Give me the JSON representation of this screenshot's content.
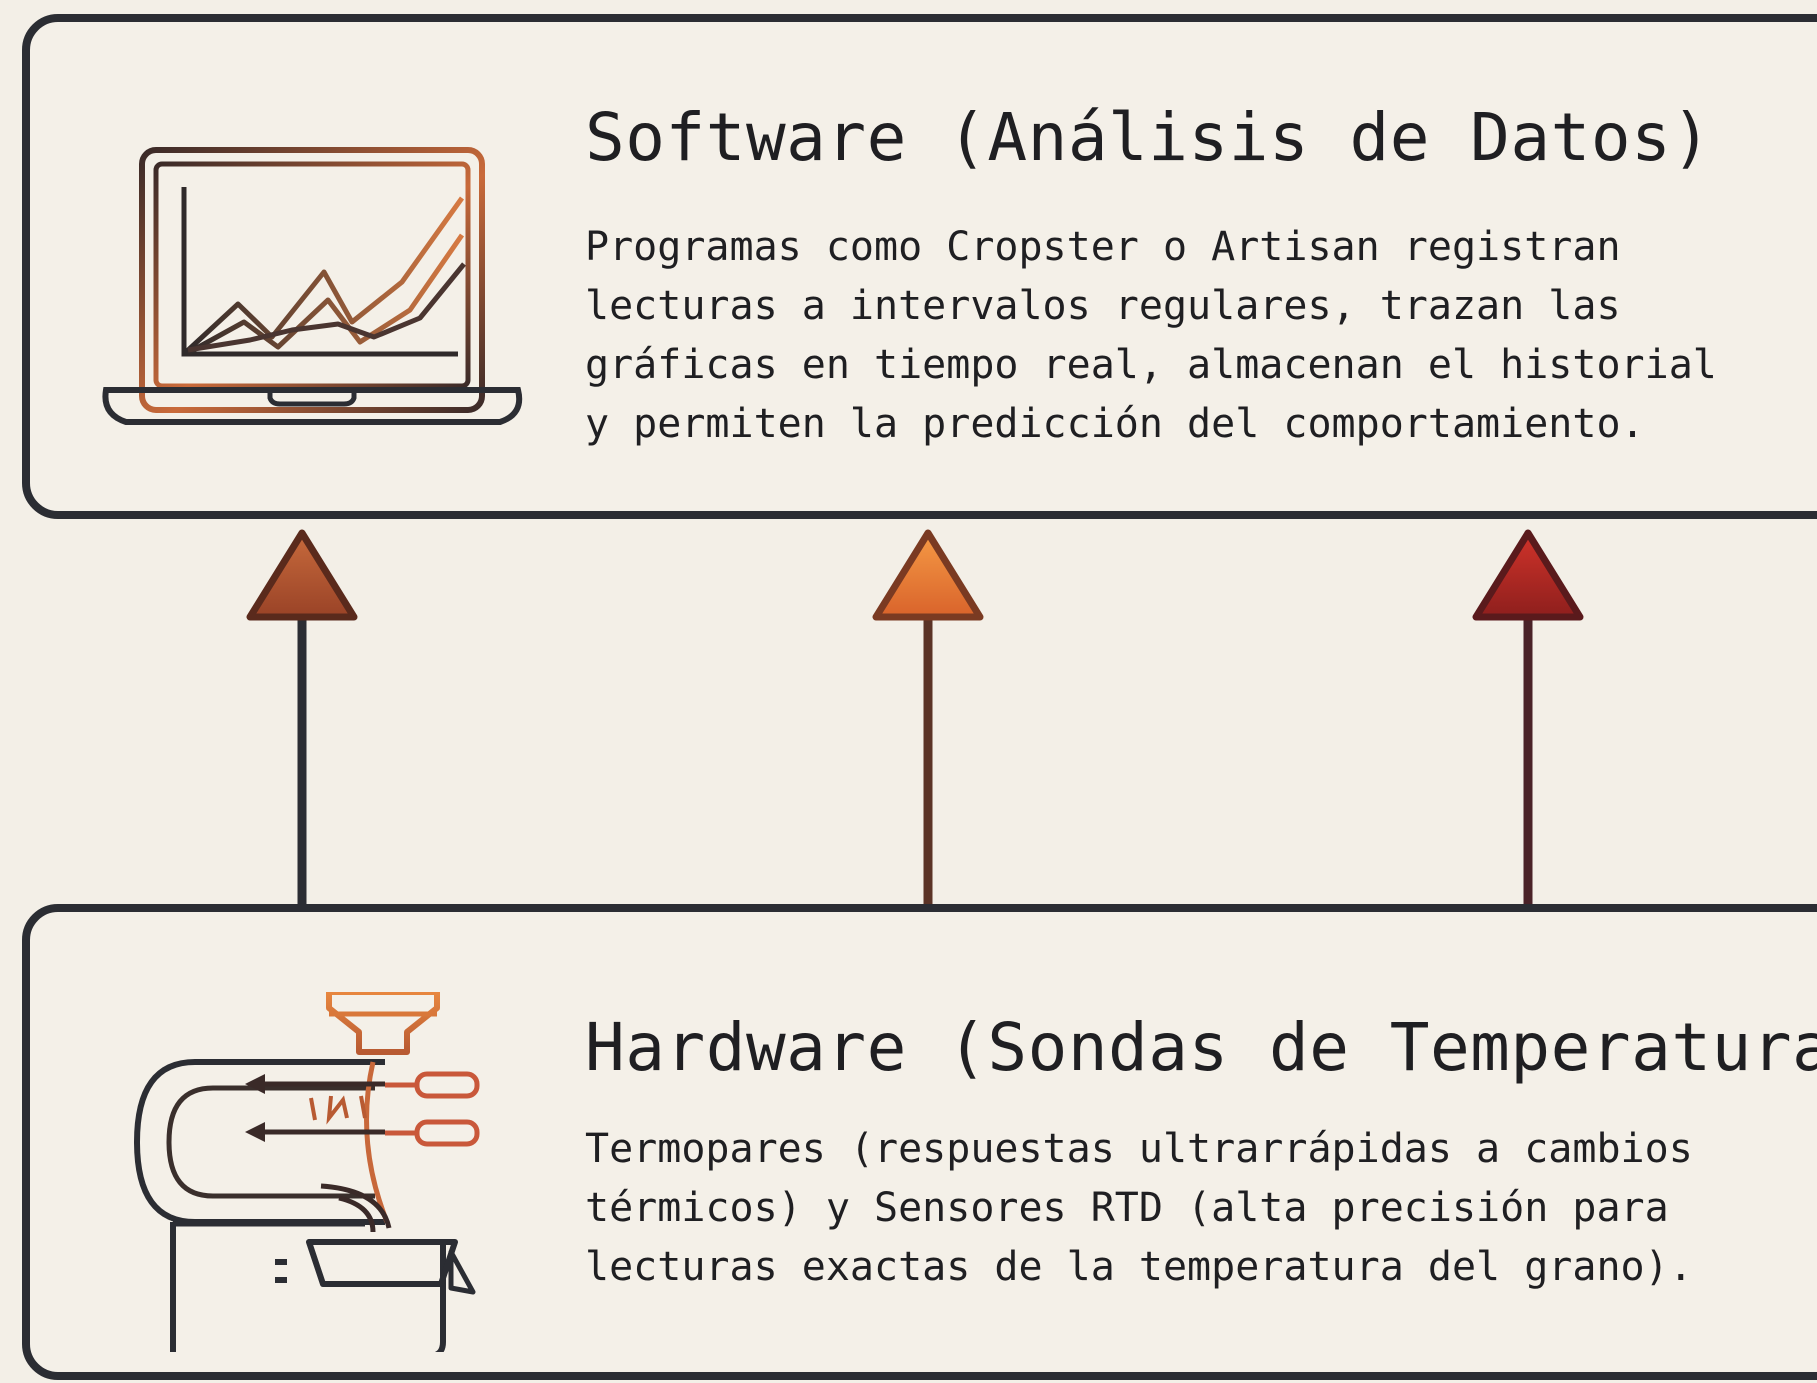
{
  "software": {
    "title": "Software (Análisis de Datos)",
    "description": "Programas como Cropster o Artisan registran\nlecturas a intervalos regulares, trazan las\ngráficas en tiempo real, almacenan el historial\ny permiten la predicción del comportamiento.",
    "icon": "laptop-chart-icon"
  },
  "hardware": {
    "title": "Hardware (Sondas de Temperatura)",
    "description": "Termopares (respuestas ultrarrápidas a cambios\ntérmicos) y Sensores RTD (alta precisión para\nlecturas exactas de la temperatura del grano).",
    "icon": "coffee-roaster-probe-icon"
  },
  "arrows": [
    {
      "icon": "arrow-up-icon",
      "color": "#b85a32"
    },
    {
      "icon": "arrow-up-icon",
      "color": "#e27a35"
    },
    {
      "icon": "arrow-up-icon",
      "color": "#a82a25"
    }
  ],
  "colors": {
    "background": "#f3efe7",
    "stroke": "#2b2d33",
    "accent_orange": "#e27a35",
    "accent_red": "#a82a25"
  }
}
